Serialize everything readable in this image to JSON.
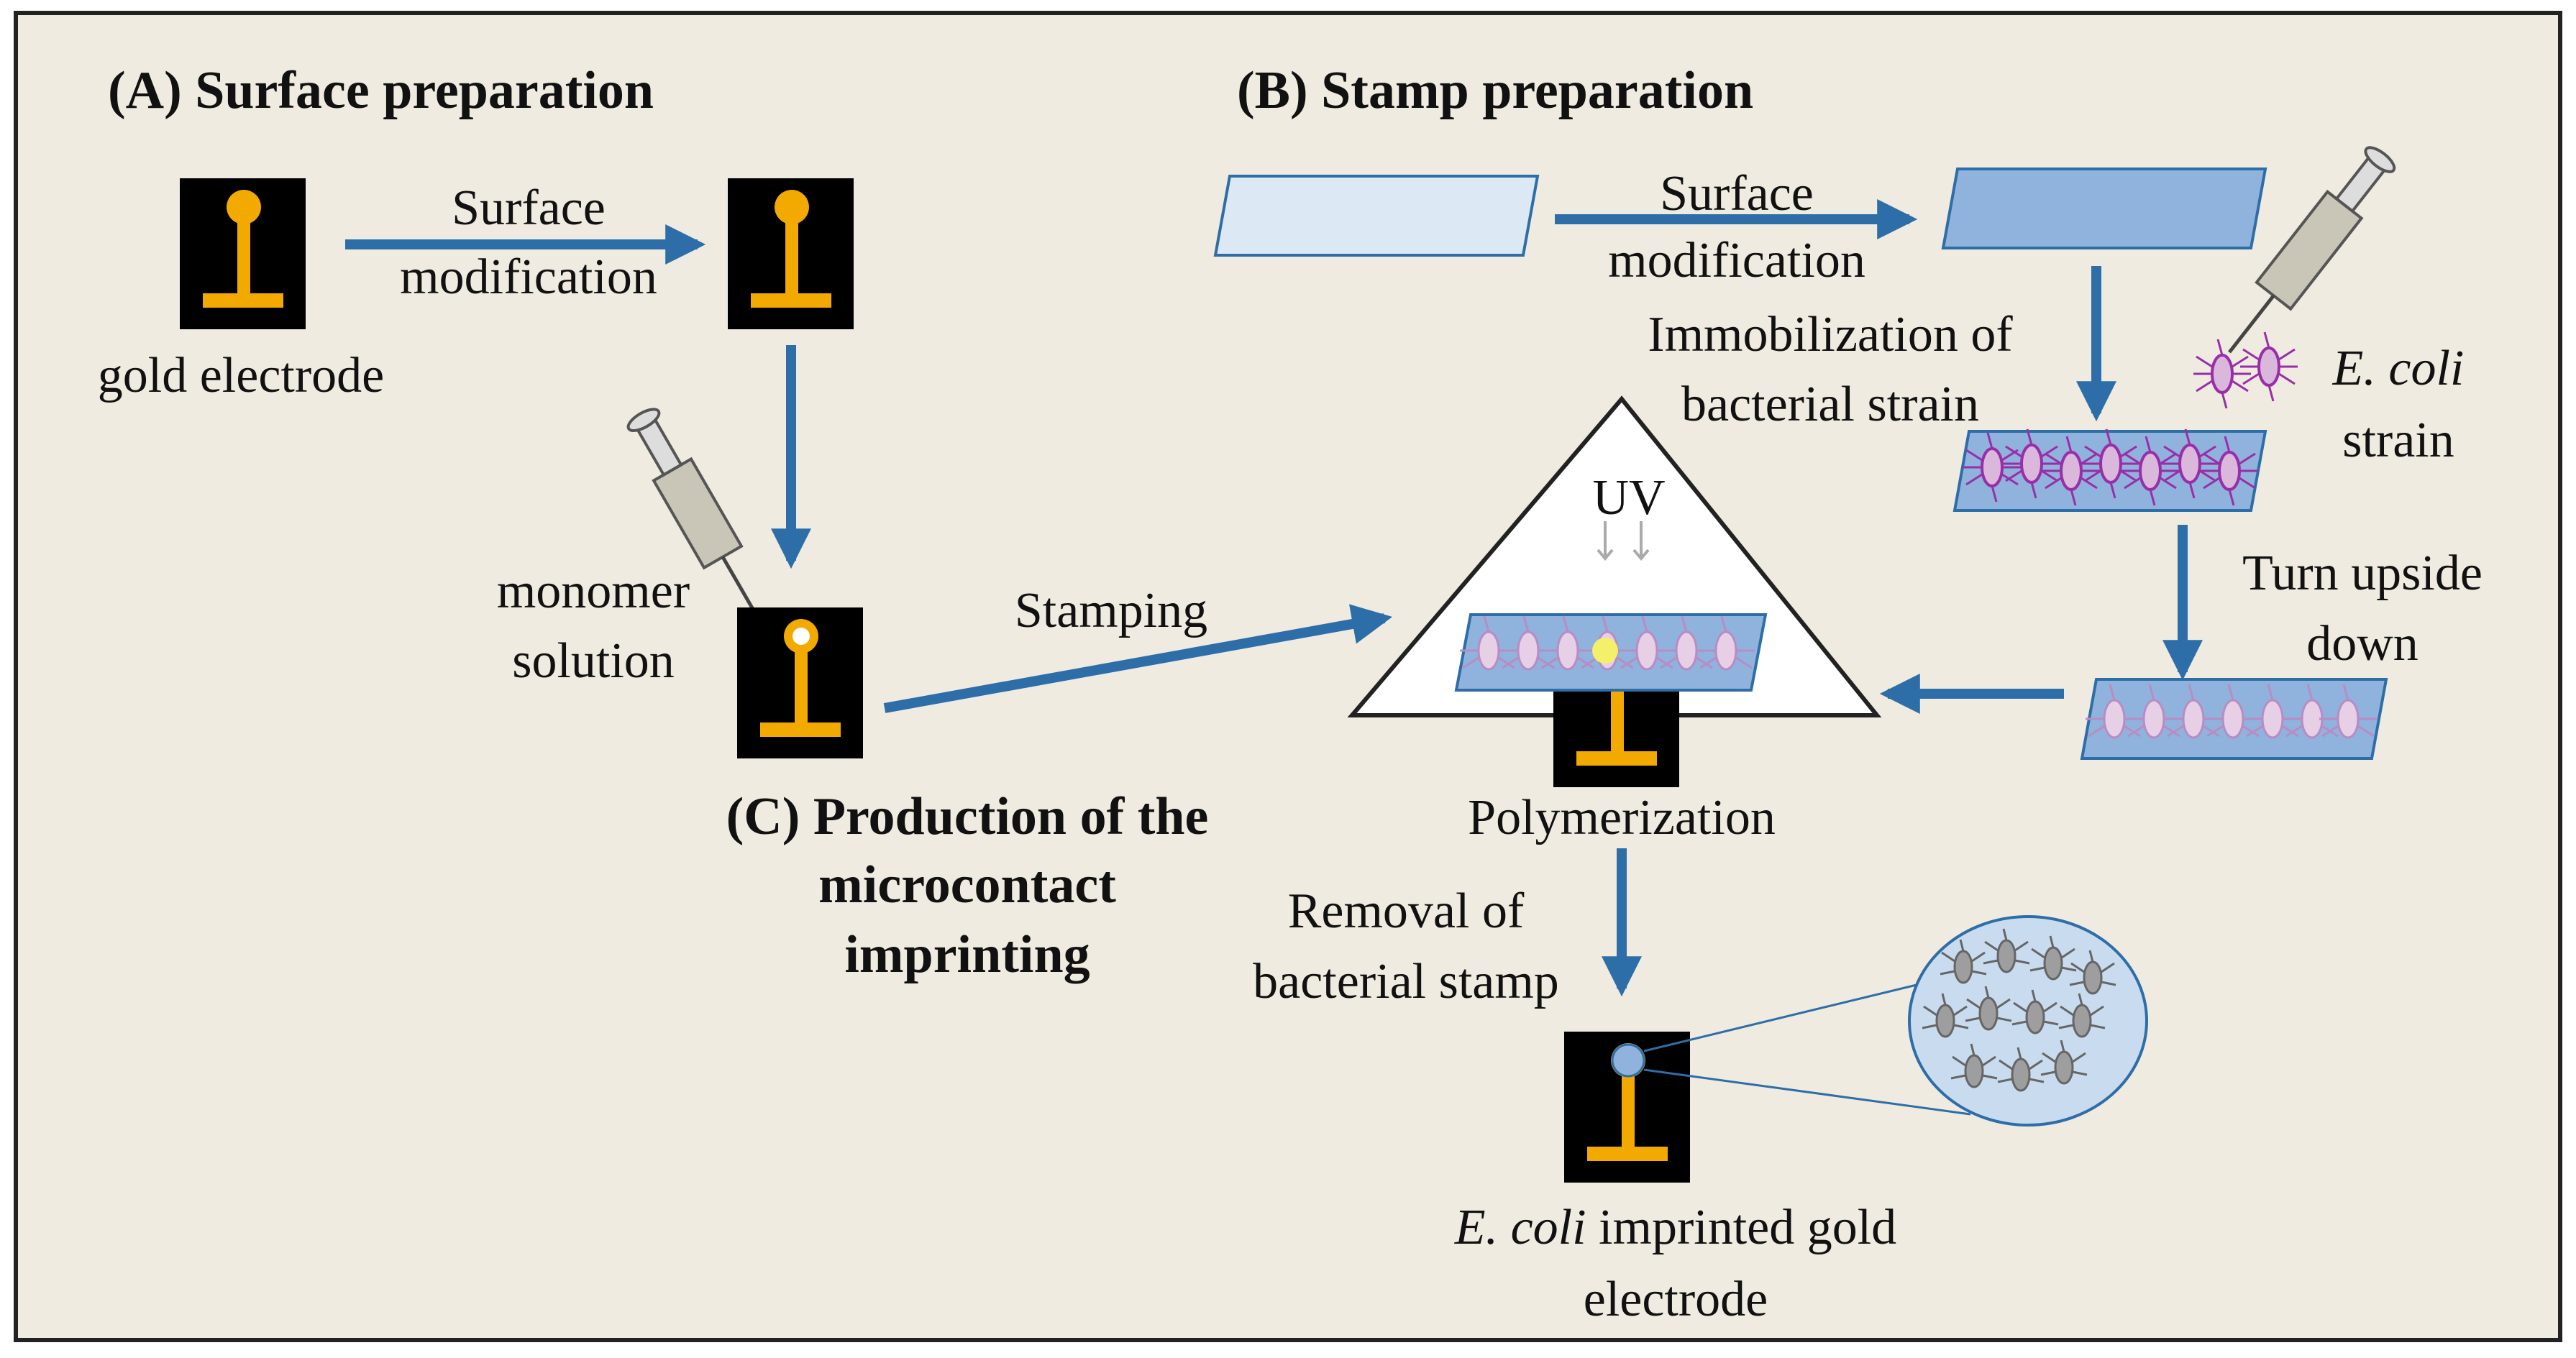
{
  "panels": {
    "a_title": "(A) Surface preparation",
    "b_title": "(B) Stamp preparation",
    "c_title_line1": "(C) Production of the",
    "c_title_line2": "microcontact",
    "c_title_line3": "imprinting"
  },
  "labels": {
    "surface_mod_a_1": "Surface",
    "surface_mod_a_2": "modification",
    "gold_electrode": "gold electrode",
    "monomer_1": "monomer",
    "monomer_2": "solution",
    "stamping": "Stamping",
    "surface_mod_b_1": "Surface",
    "surface_mod_b_2": "modification",
    "immobilization_1": "Immobilization of",
    "immobilization_2": "bacterial strain",
    "ecoli_1": "E. coli",
    "ecoli_2": "strain",
    "turn_1": "Turn upside",
    "turn_2": "down",
    "uv": "UV",
    "polymerization": "Polymerization",
    "removal_1": "Removal of",
    "removal_2": "bacterial stamp",
    "final_1_italic": "E. coli",
    "final_1_rest": " imprinted gold",
    "final_2": "electrode"
  },
  "colors": {
    "background": "#efebe0",
    "frame": "#222222",
    "arrow": "#2e6ea8",
    "gold": "#f2a900",
    "electrode_bg": "#000000",
    "glass_light": "#dce8f3",
    "glass_blue": "#8fb3dc",
    "bacteria_purple": "#9a2ea8",
    "bacteria_pink": "#d9b8dc",
    "bacteria_gray": "#9e9e9e"
  },
  "icons": [
    "gold-electrode-icon",
    "syringe-icon",
    "glass-slide-icon",
    "bacteria-icon",
    "uv-lamp-icon",
    "magnifier-icon"
  ]
}
